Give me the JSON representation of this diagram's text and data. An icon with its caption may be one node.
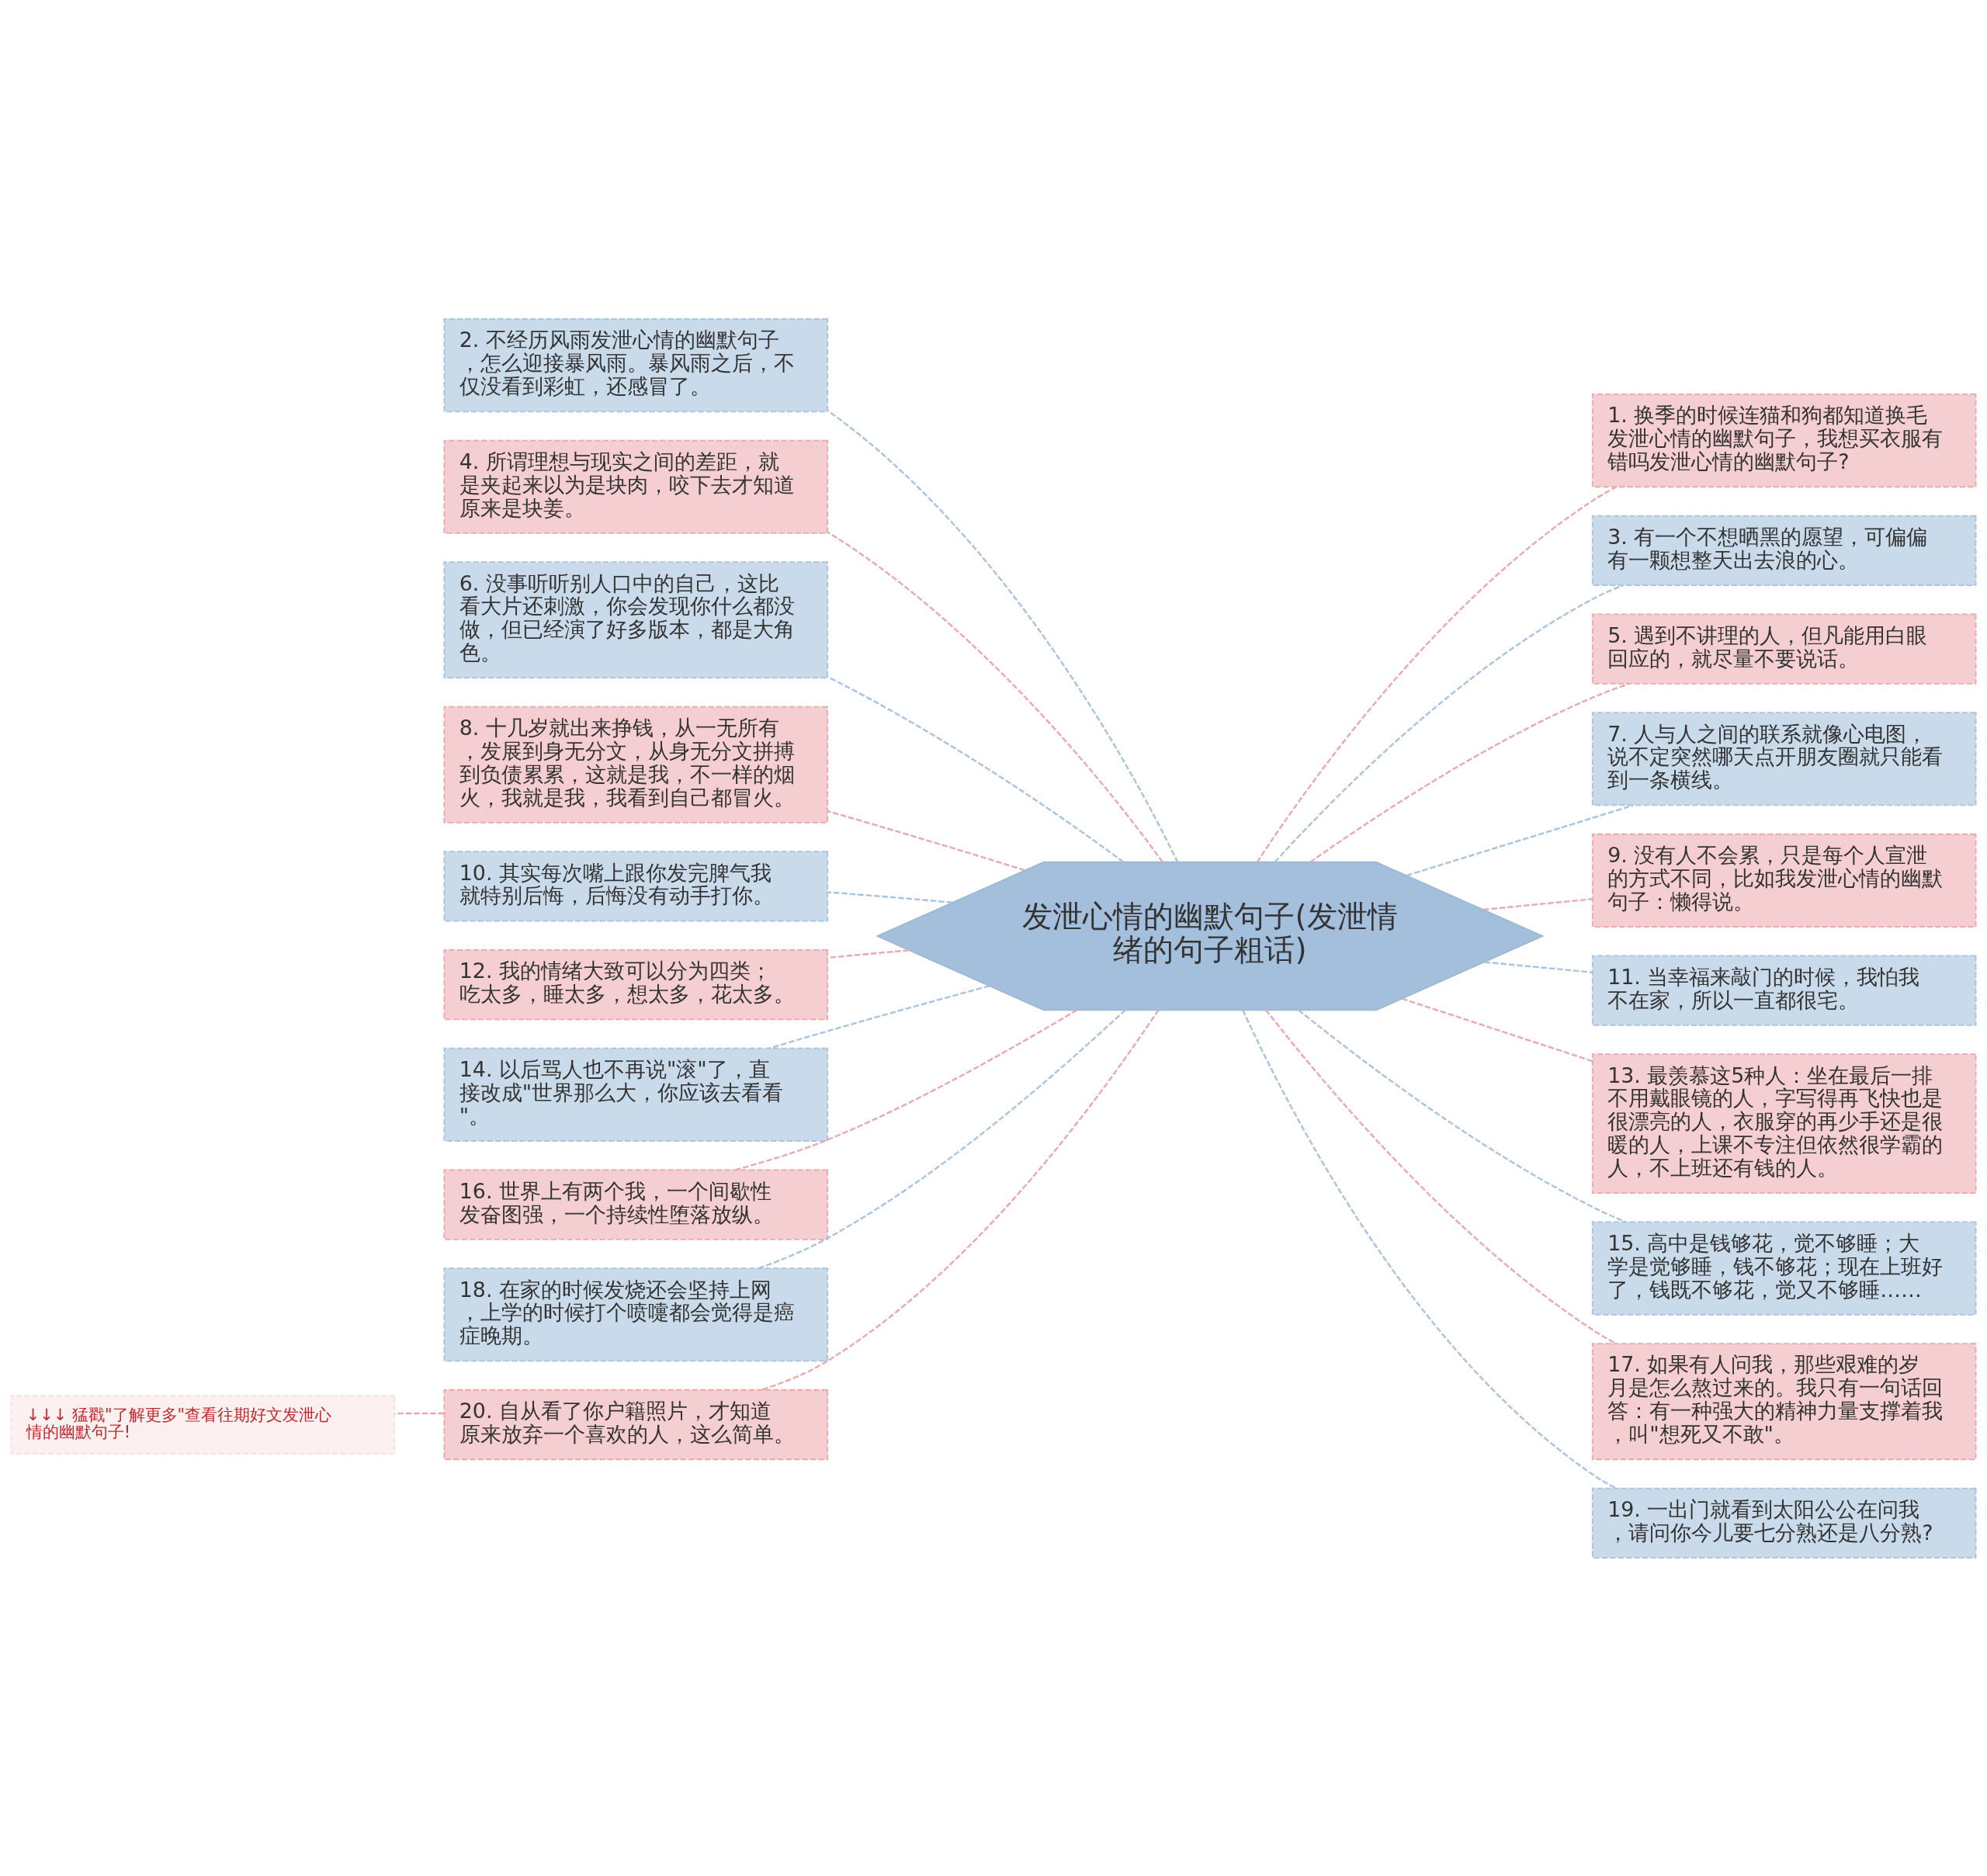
{
  "diagram": {
    "nodes": [
      {
        "text": [
          "发泄心情的幽默句子(发泄情绪的句子粗话)"
        ]
      },
      {
        "text": [
          "1. 换季的时候连猫和狗都知道换毛发泄心情的幽默句子，我想买衣服有错吗发泄心情的幽默句子?"
        ]
      },
      {
        "text": [
          "2. 不经历风雨发泄心情的幽默句子，怎么迎接暴风雨。暴风雨之后，不仅没看到彩虹，还感冒了。"
        ]
      },
      {
        "text": [
          "3. 有一个不想晒黑的愿望，可偏偏有一颗想整天出去浪的心。"
        ]
      },
      {
        "text": [
          "4. 所谓理想与现实之间的差距，就是夹起来以为是块肉，咬下去才知道原来是块姜。"
        ]
      },
      {
        "text": [
          "5. 遇到不讲理的人，但凡能用白眼回应的，就尽量不要说话。"
        ]
      },
      {
        "text": [
          "6. 没事听听别人口中的自己，这比看大片还刺激，你会发现你什么都没做，但已经演了好多版本，都是大角色。"
        ]
      },
      {
        "text": [
          "7. 人与人之间的联系就像心电图，说不定突然哪天点开朋友圈就只能看到一条横线。"
        ]
      },
      {
        "text": [
          "8. 十几岁就出来挣钱，从一无所有，发展到身无分文，从身无分文拼搏到负债累累，这就是我，不一样的烟火，我就是我，我看到自己都冒火。"
        ]
      },
      {
        "text": [
          "9. 没有人不会累，只是每个人宣泄的方式不同，比如我发泄心情的幽默句子：懒得说。"
        ]
      },
      {
        "text": [
          "10. 其实每次嘴上跟你发完脾气我就特别后悔，后悔没有动手打你。"
        ]
      },
      {
        "text": [
          "11. 当幸福来敲门的时候，我怕我不在家，所以一直都很宅。"
        ]
      },
      {
        "text": [
          "12. 我的情绪大致可以分为四类；吃太多，睡太多，想太多，花太多。"
        ]
      },
      {
        "text": [
          "13. 最羡慕这5种人：坐在最后一排不用戴眼镜的人，字写得再飞快也是很漂亮的人，衣服穿的再少手还是很暖的人，上课不专注但依然很学霸的人，不上班还有钱的人。"
        ]
      },
      {
        "text": [
          "14. 以后骂人也不再说\"滚\"了，直接改成\"世界那么大，你应该去看看\"。"
        ]
      },
      {
        "text": [
          "15. 高中是钱够花，觉不够睡；大学是觉够睡，钱不够花；现在上班好了，钱既不够花，觉又不够睡……"
        ]
      },
      {
        "text": [
          "16. 世界上有两个我，一个间歇性发奋图强，一个持续性堕落放纵。"
        ]
      },
      {
        "text": [
          "17. 如果有人问我，那些艰难的岁月是怎么熬过来的。我只有一句话回答：有一种强大的精神力量支撑着我，叫\"想死又不敢\"。"
        ]
      },
      {
        "text": [
          "18. 在家的时候发烧还会坚持上网，上学的时候打个喷嚏都会觉得是癌症晚期。"
        ]
      },
      {
        "text": [
          "19. 一出门就看到太阳公公在问我，请问你今儿要七分熟还是八分熟?"
        ]
      },
      {
        "text": [
          "20. 自从看了你户籍照片，才知道原来放弃一个喜欢的人，这么简单。"
        ]
      },
      {
        "text": [
          "↓↓↓ 猛戳\"了解更多\"查看往期好文发泄心情的幽默句子!"
        ]
      }
    ],
    "edges": [
      {
        "from": 0,
        "to": 1,
        "arrow": "none",
        "style": "dashed"
      },
      {
        "from": 0,
        "to": 2,
        "arrow": "none",
        "style": "dashed",
        "color": "#a9c2dd"
      },
      {
        "from": 0,
        "to": 3,
        "arrow": "none",
        "style": "dashed",
        "color": "#a9c2dd"
      },
      {
        "from": 0,
        "to": 4,
        "arrow": "none",
        "style": "dashed"
      },
      {
        "from": 0,
        "to": 5,
        "arrow": "none",
        "style": "dashed"
      },
      {
        "from": 0,
        "to": 6,
        "arrow": "none",
        "style": "dashed",
        "color": "#a9c2dd"
      },
      {
        "from": 0,
        "to": 7,
        "arrow": "none",
        "style": "dashed",
        "color": "#a9c2dd"
      },
      {
        "from": 0,
        "to": 8,
        "arrow": "none",
        "style": "dashed"
      },
      {
        "from": 0,
        "to": 9,
        "arrow": "none",
        "style": "dashed"
      },
      {
        "from": 0,
        "to": 10,
        "arrow": "none",
        "style": "dashed",
        "color": "#a9c2dd"
      },
      {
        "from": 0,
        "to": 11,
        "arrow": "none",
        "style": "dashed",
        "color": "#a9c2dd"
      },
      {
        "from": 0,
        "to": 12,
        "arrow": "none",
        "style": "dashed"
      },
      {
        "from": 0,
        "to": 13,
        "arrow": "none",
        "style": "dashed"
      },
      {
        "from": 0,
        "to": 14,
        "arrow": "none",
        "style": "dashed",
        "color": "#a9c2dd"
      },
      {
        "from": 0,
        "to": 15,
        "arrow": "none",
        "style": "dashed",
        "color": "#a9c2dd"
      },
      {
        "from": 0,
        "to": 16,
        "arrow": "none",
        "style": "dashed"
      },
      {
        "from": 0,
        "to": 17,
        "arrow": "none",
        "style": "dashed"
      },
      {
        "from": 0,
        "to": 18,
        "arrow": "none",
        "style": "dashed",
        "color": "#a9c2dd"
      },
      {
        "from": 0,
        "to": 19,
        "arrow": "none",
        "style": "dashed",
        "color": "#a9c2dd"
      },
      {
        "from": 0,
        "to": 20,
        "arrow": "none",
        "style": "dashed"
      },
      {
        "from": 20,
        "to": 21,
        "arrow": "none",
        "style": "dashed"
      }
    ]
  }
}
